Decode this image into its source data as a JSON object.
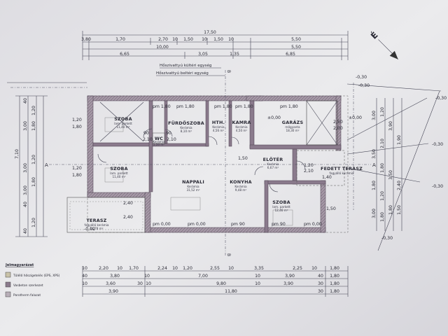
{
  "overall": {
    "total_width": "17,50",
    "north": "É",
    "levels": [
      "-0,30",
      "-0,30",
      "-0,30",
      "-0,30",
      "-0,30",
      "-0,30"
    ]
  },
  "top_dims": {
    "row1": [
      "3,80",
      "1,70",
      "2,70",
      "10",
      "1,50",
      "10",
      "1,50",
      "10",
      "5,50"
    ],
    "row2": [
      "10,00",
      "5,50"
    ],
    "row3": [
      "6,65",
      "3,05",
      "1,35",
      "6,85"
    ]
  },
  "notes": {
    "outdoor_unit": "Hőszivattyú kültéri egység",
    "indoor_unit": "Hőszivattyú beltéri egység"
  },
  "rooms": [
    {
      "id": "szoba1",
      "name": "SZOBA",
      "floor": "lam. parkett",
      "area": "11,40 m²"
    },
    {
      "id": "wc",
      "name": "WC",
      "floor": "Kerámia",
      "area": "1,50 m²"
    },
    {
      "id": "furdo",
      "name": "FÜRDŐSZOBA",
      "floor": "Kerámia",
      "area": "8,10 m²"
    },
    {
      "id": "hth",
      "name": "HTH.",
      "floor": "Kerámia",
      "area": "4,56 m²"
    },
    {
      "id": "kamra",
      "name": "KAMRA",
      "floor": "Kerámia",
      "area": "4,50 m²"
    },
    {
      "id": "garazs",
      "name": "GARÁZS",
      "floor": "mőgyanta",
      "area": "18,30 m²"
    },
    {
      "id": "szoba2",
      "name": "SZOBA",
      "floor": "lam. parkett",
      "area": "11,40 m²"
    },
    {
      "id": "nappali",
      "name": "NAPPALI",
      "floor": "Kerámia",
      "area": "31,52 m²"
    },
    {
      "id": "konyha",
      "name": "KONYHA",
      "floor": "Kerámia",
      "area": "9,48 m²"
    },
    {
      "id": "eloter",
      "name": "ELŐTÉR",
      "floor": "Kerámia",
      "area": "6,67 m²"
    },
    {
      "id": "fedett",
      "name": "FEDETT TERASZ",
      "floor": "fagyálló kerámia",
      "area": ""
    },
    {
      "id": "szoba3",
      "name": "SZOBA",
      "floor": "lam. parkett",
      "area": "12,46 m²"
    },
    {
      "id": "terasz",
      "name": "TERASZ",
      "floor": "fagyálló kerámia",
      "area": "14,78 m²"
    }
  ],
  "sections": {
    "a_left": "A",
    "a_right": "A",
    "b_top": "B",
    "b_bottom": "B"
  },
  "interior": {
    "heights": [
      "pm 1,80",
      "pm 1,80",
      "pm 1,80",
      "pm 1,80",
      "pm 1,80"
    ],
    "door": [
      "90",
      "2,10",
      "90",
      "2,10"
    ],
    "sill": [
      "pm 0,00",
      "pm 0,00",
      "pm 90",
      "pm 90",
      "pm 0,00"
    ],
    "garage": [
      "±0,00",
      "±0,00",
      "2,50",
      "2,00"
    ],
    "misc": [
      "1,20",
      "1,80",
      "1,20",
      "1,80",
      "1,40",
      "1,50",
      "1,20",
      "2,10",
      "1,50",
      "2,40",
      "2,40",
      "-0,02"
    ]
  },
  "left_dims": {
    "outer": "7,10",
    "col1": [
      "40",
      "3,00",
      "3,00",
      "40",
      "3,00",
      "40"
    ],
    "col2": [
      "1,20",
      "1,80",
      "1,20",
      "1,80",
      "1,20"
    ]
  },
  "right_dims": {
    "col1": [
      "3,00",
      "3,50",
      "1,80",
      "3,00"
    ],
    "col2": [
      "1,20",
      "2,10",
      "1,80",
      "1,20",
      "1,80"
    ],
    "col3": [
      "3,90",
      "3,50",
      "1,80"
    ],
    "col4": [
      "1,90",
      "2,40",
      "1,50"
    ]
  },
  "bottom_dims": {
    "row1": [
      "10",
      "2,20",
      "10",
      "1,70",
      "2,24",
      "10",
      "1,20",
      "2,55",
      "10",
      "3,35",
      "2,25",
      "10",
      "1,80"
    ],
    "row2": [
      "40",
      "3,80",
      "10",
      "7,00",
      "10",
      "3,90",
      "40",
      "1,80"
    ],
    "row3": [
      "10",
      "3,60",
      "30",
      "10",
      "9,80",
      "10",
      "3,90",
      "30",
      "1,80"
    ],
    "row4": [
      "3,90",
      "11,80",
      "30",
      "1,80"
    ]
  },
  "legend": {
    "title": "Jelmagyarázat",
    "items": [
      {
        "label": "Tűlélő hőszigetelés (EPS, XPS)",
        "color": "#c9c2a8"
      },
      {
        "label": "Vasbeton szerkezet",
        "color": "#8a7a8c"
      },
      {
        "label": "Porotherm falazat",
        "color": "#b8aeb8"
      }
    ]
  }
}
